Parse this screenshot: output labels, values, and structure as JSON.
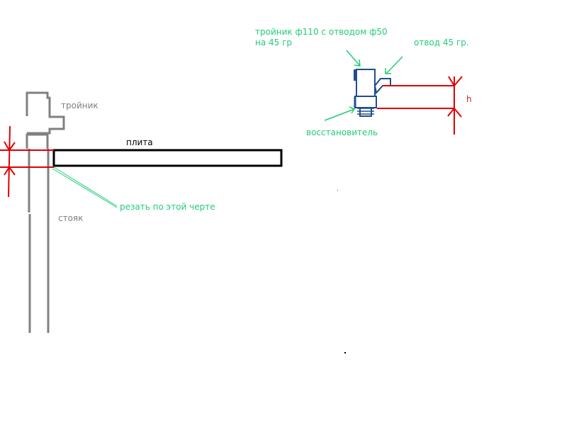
{
  "labels": {
    "tee": "тройник",
    "slab": "плита",
    "riser": "стояк",
    "cut_note": "резать по этой черте",
    "tee_with_branch_line1": "тройник ф110 с отводом ф50",
    "tee_with_branch_line2": "на 45 гр",
    "elbow": "отвод 45 гр.",
    "restorer": "восстановитель",
    "height": "h"
  },
  "colors": {
    "pipe_gray": "#808080",
    "note_green": "#22cc77",
    "cut_red": "#e00000",
    "part_blue": "#1f4e8c",
    "slab_black": "#000000"
  }
}
